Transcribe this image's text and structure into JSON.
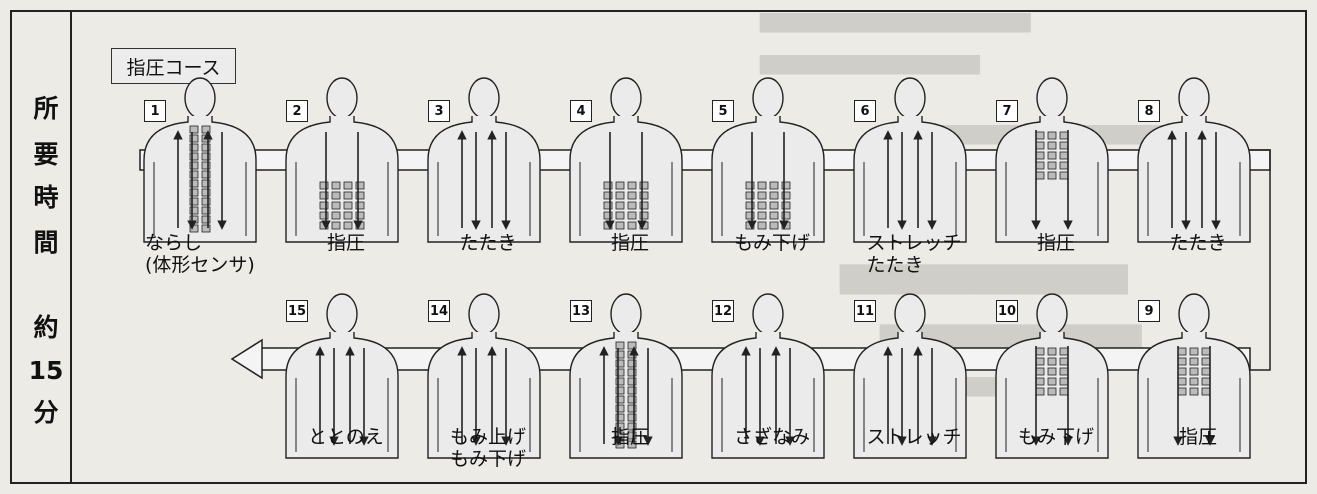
{
  "page": {
    "time_chars": [
      "所",
      "要",
      "時",
      "間",
      "約",
      "15",
      "分"
    ],
    "course_label": "指圧コース",
    "colors": {
      "line": "#222222",
      "figure_fill": "#ebebeb",
      "box": "#bbbbbb",
      "band": "#f4f4f4"
    }
  },
  "steps": [
    {
      "num": "1",
      "lines": [
        "ならし",
        "(体形センサ)"
      ],
      "pattern": "full",
      "arrows": "updown"
    },
    {
      "num": "2",
      "lines": [
        "指圧"
      ],
      "pattern": "lower",
      "arrows": "down"
    },
    {
      "num": "3",
      "lines": [
        "たたき"
      ],
      "pattern": "none",
      "arrows": "updown"
    },
    {
      "num": "4",
      "lines": [
        "指圧"
      ],
      "pattern": "lower",
      "arrows": "down"
    },
    {
      "num": "5",
      "lines": [
        "もみ下げ"
      ],
      "pattern": "lower",
      "arrows": "down"
    },
    {
      "num": "6",
      "lines": [
        "ストレッチ",
        "たたき"
      ],
      "pattern": "none",
      "arrows": "updown"
    },
    {
      "num": "7",
      "lines": [
        "指圧"
      ],
      "pattern": "upper",
      "arrows": "down"
    },
    {
      "num": "8",
      "lines": [
        "たたき"
      ],
      "pattern": "none",
      "arrows": "updown"
    },
    {
      "num": "9",
      "lines": [
        "指圧"
      ],
      "pattern": "upper",
      "arrows": "down"
    },
    {
      "num": "10",
      "lines": [
        "もみ下げ"
      ],
      "pattern": "upper",
      "arrows": "down"
    },
    {
      "num": "11",
      "lines": [
        "ストレッチ"
      ],
      "pattern": "none",
      "arrows": "updown"
    },
    {
      "num": "12",
      "lines": [
        "さざなみ"
      ],
      "pattern": "none",
      "arrows": "updown"
    },
    {
      "num": "13",
      "lines": [
        "指圧"
      ],
      "pattern": "full",
      "arrows": "updown"
    },
    {
      "num": "14",
      "lines": [
        "もみ上げ",
        "もみ下げ"
      ],
      "pattern": "none",
      "arrows": "updown"
    },
    {
      "num": "15",
      "lines": [
        "ととのえ"
      ],
      "pattern": "none",
      "arrows": "updown"
    }
  ]
}
